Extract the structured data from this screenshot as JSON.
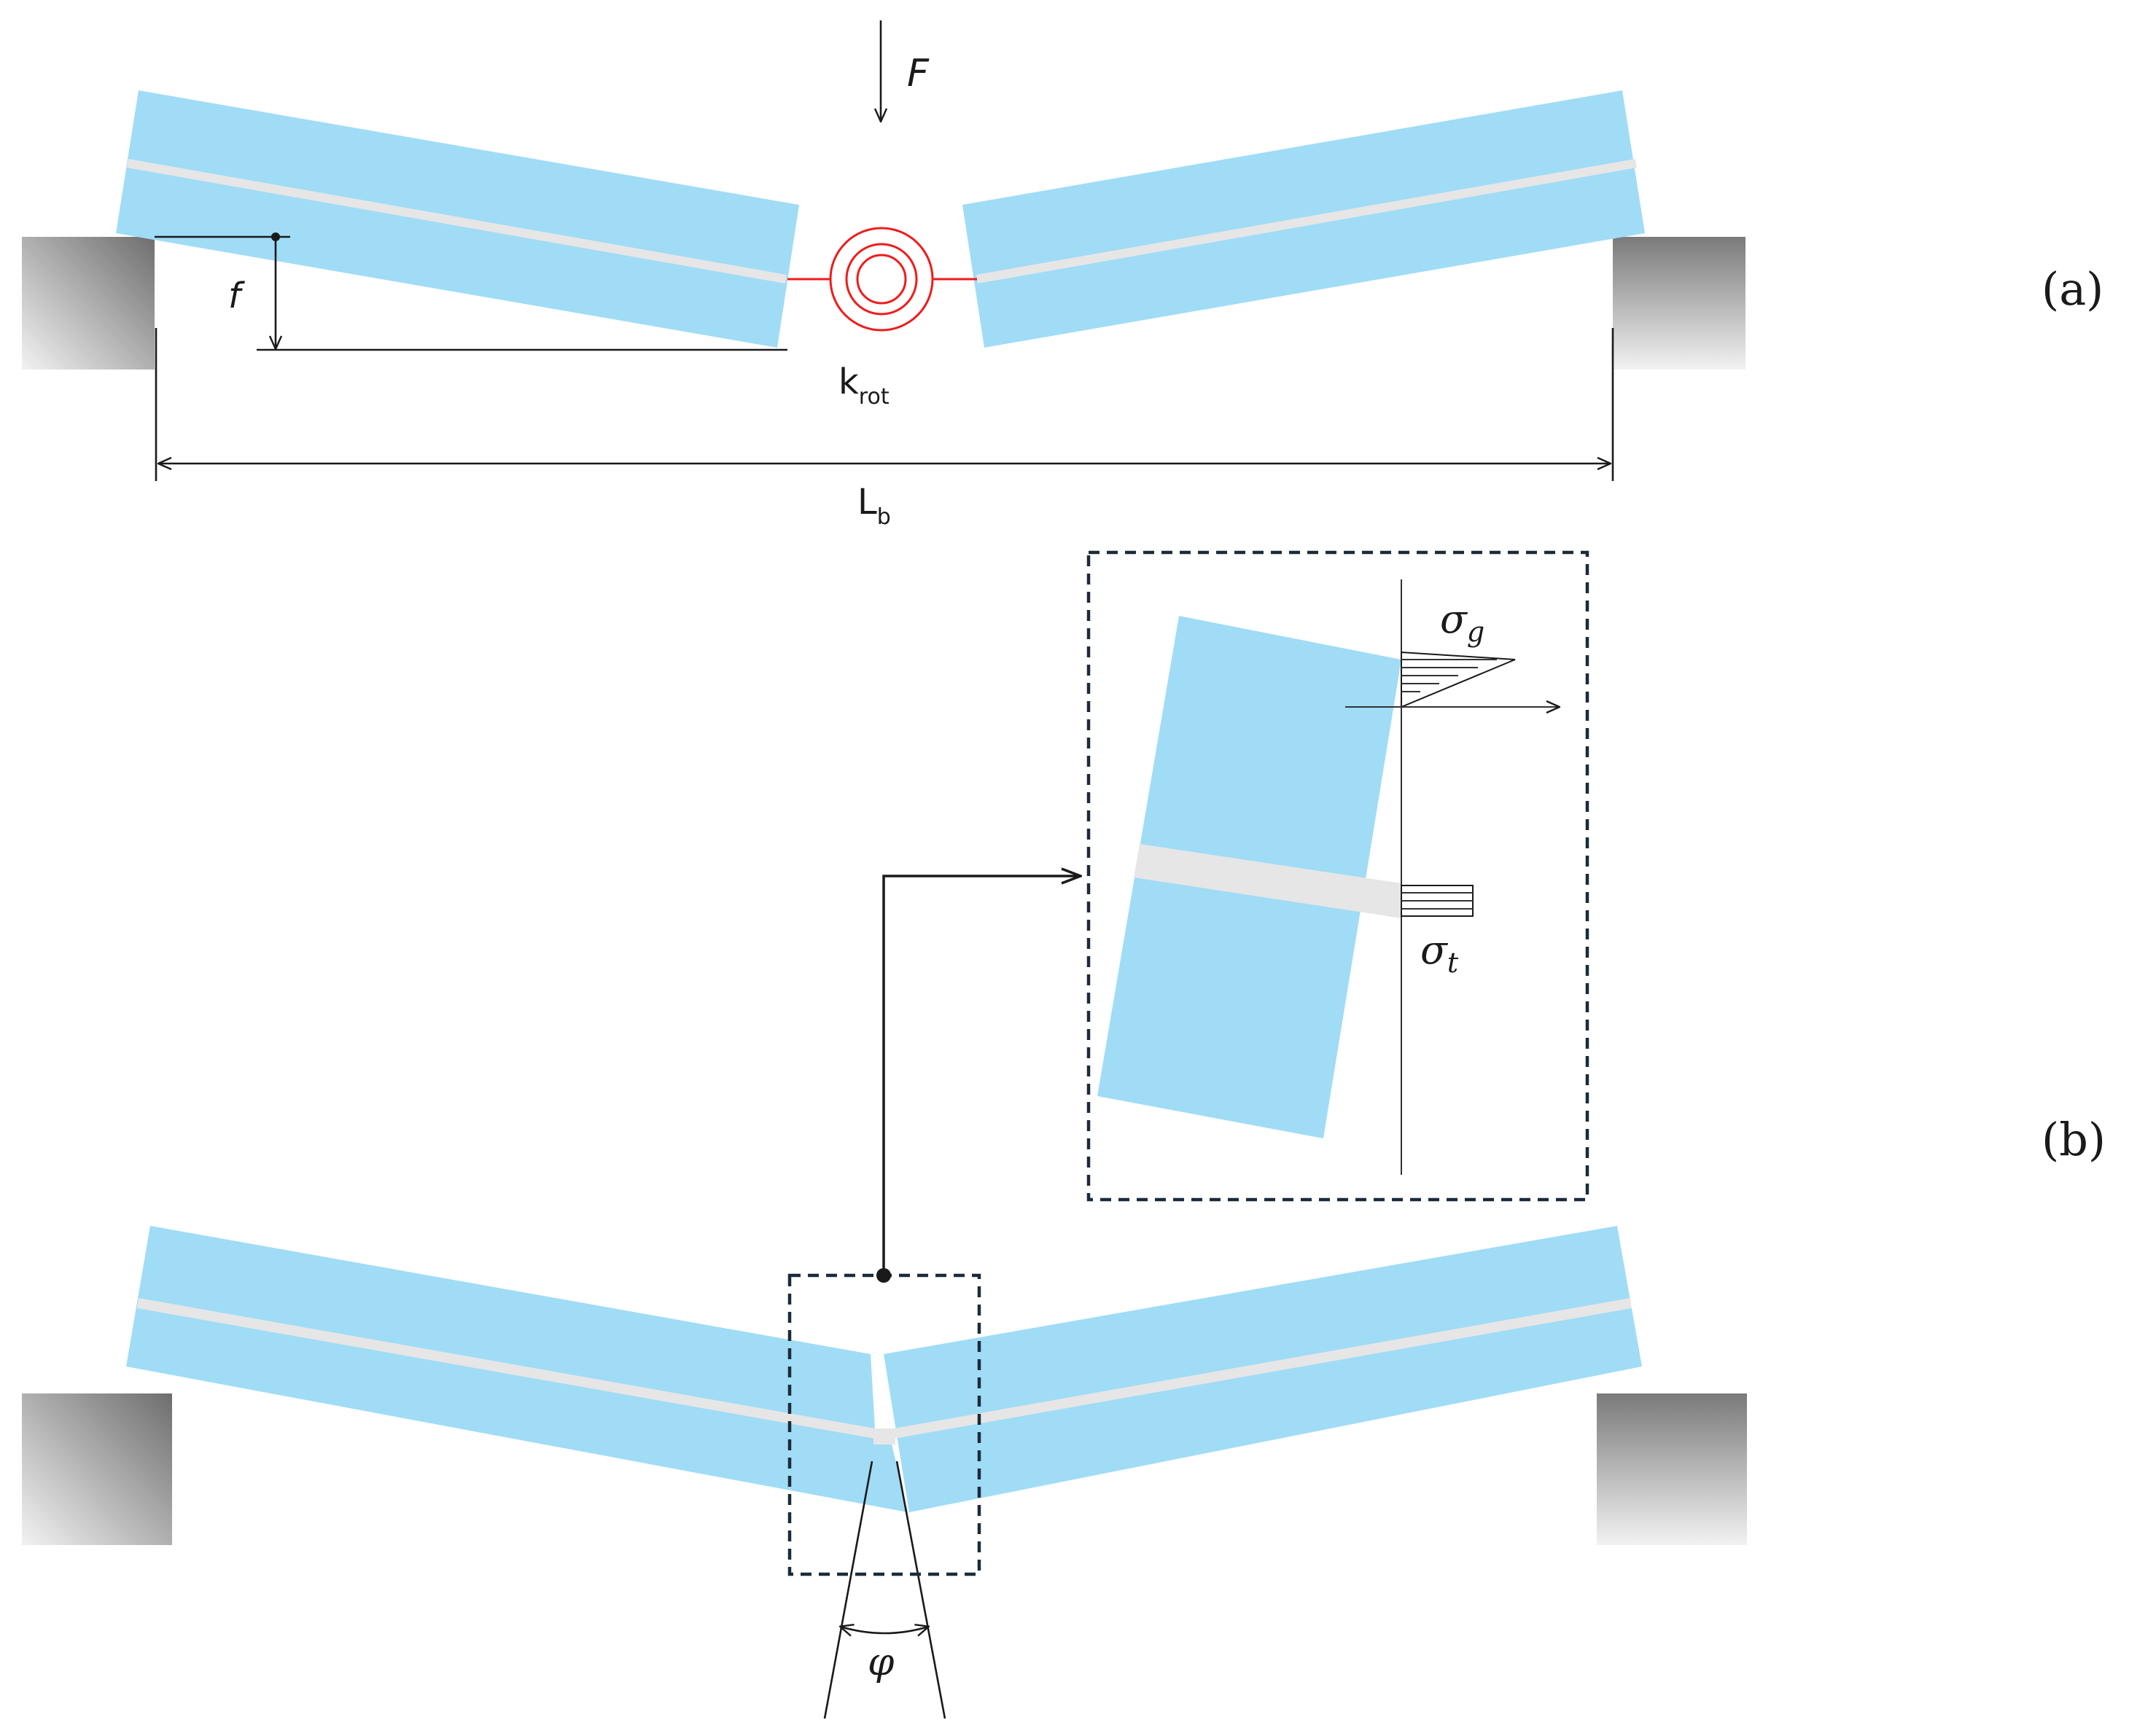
{
  "panel_a": {
    "label": "(a)",
    "force_label": "F",
    "deflection_label": "f",
    "spring_label": "k",
    "spring_subscript": "rot",
    "span_label": "L",
    "span_subscript": "b"
  },
  "panel_b": {
    "label": "(b)",
    "angle_label": "φ",
    "glass_stress_symbol": "σ",
    "glass_stress_subscript": "g",
    "interlayer_stress_symbol": "σ",
    "interlayer_stress_subscript": "t"
  },
  "colors": {
    "glass": "#a0dcf6",
    "interlayer": "#e6e6e6",
    "spring": "#ee1c1c",
    "outline": "#1a1a1a"
  }
}
